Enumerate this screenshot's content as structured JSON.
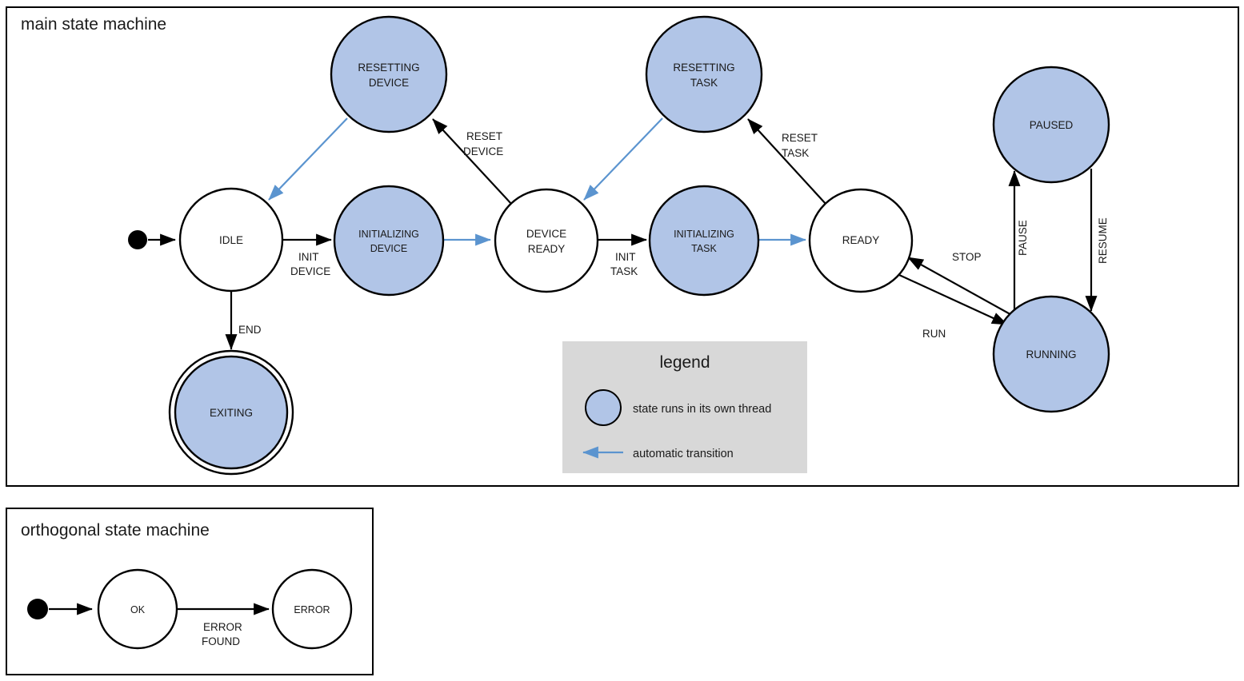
{
  "diagram": {
    "type": "uml-state-machine",
    "frames": [
      {
        "id": "main",
        "title": "main state machine"
      },
      {
        "id": "orthogonal",
        "title": "orthogonal state machine"
      }
    ]
  },
  "main": {
    "title": "main state machine",
    "states": [
      {
        "id": "idle",
        "label_line1": "IDLE",
        "label_line2": "",
        "threaded": false,
        "final": false
      },
      {
        "id": "initializing-device",
        "label_line1": "INITIALIZING",
        "label_line2": "DEVICE",
        "threaded": true,
        "final": false
      },
      {
        "id": "device-ready",
        "label_line1": "DEVICE",
        "label_line2": "READY",
        "threaded": false,
        "final": false
      },
      {
        "id": "initializing-task",
        "label_line1": "INITIALIZING",
        "label_line2": "TASK",
        "threaded": true,
        "final": false
      },
      {
        "id": "ready",
        "label_line1": "READY",
        "label_line2": "",
        "threaded": false,
        "final": false
      },
      {
        "id": "resetting-device",
        "label_line1": "RESETTING",
        "label_line2": "DEVICE",
        "threaded": true,
        "final": false
      },
      {
        "id": "resetting-task",
        "label_line1": "RESETTING",
        "label_line2": "TASK",
        "threaded": true,
        "final": false
      },
      {
        "id": "paused",
        "label_line1": "PAUSED",
        "label_line2": "",
        "threaded": true,
        "final": false
      },
      {
        "id": "running",
        "label_line1": "RUNNING",
        "label_line2": "",
        "threaded": true,
        "final": false
      },
      {
        "id": "exiting",
        "label_line1": "EXITING",
        "label_line2": "",
        "threaded": true,
        "final": true
      }
    ],
    "transitions": [
      {
        "id": "t-start-idle",
        "from": "initial",
        "to": "idle",
        "label_line1": "",
        "label_line2": "",
        "automatic": false
      },
      {
        "id": "t-idle-initdev",
        "from": "idle",
        "to": "initializing-device",
        "label_line1": "INIT",
        "label_line2": "DEVICE",
        "automatic": false
      },
      {
        "id": "t-initdev-devready",
        "from": "initializing-device",
        "to": "device-ready",
        "label_line1": "",
        "label_line2": "",
        "automatic": true
      },
      {
        "id": "t-devready-inittask",
        "from": "device-ready",
        "to": "initializing-task",
        "label_line1": "INIT",
        "label_line2": "TASK",
        "automatic": false
      },
      {
        "id": "t-inittask-ready",
        "from": "initializing-task",
        "to": "ready",
        "label_line1": "",
        "label_line2": "",
        "automatic": true
      },
      {
        "id": "t-devready-resetdev",
        "from": "device-ready",
        "to": "resetting-device",
        "label_line1": "RESET",
        "label_line2": "DEVICE",
        "automatic": false
      },
      {
        "id": "t-resetdev-idle",
        "from": "resetting-device",
        "to": "idle",
        "label_line1": "",
        "label_line2": "",
        "automatic": true
      },
      {
        "id": "t-ready-resettask",
        "from": "ready",
        "to": "resetting-task",
        "label_line1": "RESET",
        "label_line2": "TASK",
        "automatic": false
      },
      {
        "id": "t-resettask-devready",
        "from": "resetting-task",
        "to": "device-ready",
        "label_line1": "",
        "label_line2": "",
        "automatic": true
      },
      {
        "id": "t-ready-running",
        "from": "ready",
        "to": "running",
        "label_line1": "RUN",
        "label_line2": "",
        "automatic": false
      },
      {
        "id": "t-running-ready",
        "from": "running",
        "to": "ready",
        "label_line1": "STOP",
        "label_line2": "",
        "automatic": false
      },
      {
        "id": "t-running-paused",
        "from": "running",
        "to": "paused",
        "label_line1": "PAUSE",
        "label_line2": "",
        "automatic": false
      },
      {
        "id": "t-paused-running",
        "from": "paused",
        "to": "running",
        "label_line1": "RESUME",
        "label_line2": "",
        "automatic": false
      },
      {
        "id": "t-idle-exiting",
        "from": "idle",
        "to": "exiting",
        "label_line1": "END",
        "label_line2": "",
        "automatic": false
      }
    ]
  },
  "legend": {
    "title": "legend",
    "items": [
      {
        "id": "legend-threaded",
        "symbol": "blue-circle",
        "text": "state runs in its own thread"
      },
      {
        "id": "legend-automatic",
        "symbol": "blue-arrow",
        "text": "automatic transition"
      }
    ]
  },
  "orthogonal": {
    "title": "orthogonal state machine",
    "states": [
      {
        "id": "ok",
        "label_line1": "OK",
        "label_line2": ""
      },
      {
        "id": "error",
        "label_line1": "ERROR",
        "label_line2": ""
      }
    ],
    "transitions": [
      {
        "id": "ot-start-ok",
        "from": "initial",
        "to": "ok",
        "label_line1": "",
        "label_line2": ""
      },
      {
        "id": "ot-ok-error",
        "from": "ok",
        "to": "error",
        "label_line1": "ERROR",
        "label_line2": "FOUND"
      }
    ]
  },
  "colors": {
    "threaded_state_fill": "#b1c5e7",
    "plain_state_fill": "#ffffff",
    "state_stroke": "#000000",
    "automatic_transition": "#5b94cf",
    "manual_transition": "#000000",
    "legend_background": "#d8d8d8",
    "canvas_background": "#ffffff"
  }
}
